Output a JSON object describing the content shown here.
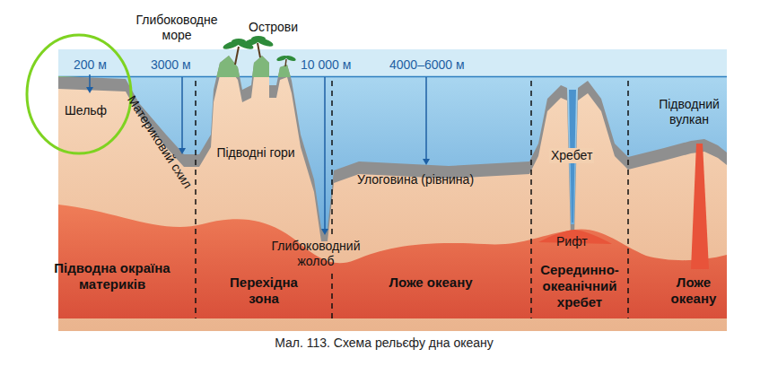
{
  "diagram": {
    "caption": "Мал. 113. Схема рельєфу дна океану",
    "labels": [
      "Глибоководне море",
      "Острови",
      "200 м",
      "3000 м",
      "10 000 м",
      "4000–6000 м",
      "Підводний вулкан",
      "Шельф",
      "Материковий схил",
      "Хребет",
      "Підводні гори",
      "Улоговина (рівнина)",
      "Рифт",
      "Глибоководний жолоб",
      "Підводна окраїна материків",
      "Перехідна зона",
      "Ложе океану",
      "Серединно-океанічний хребет",
      "Ложе океану"
    ]
  }
}
